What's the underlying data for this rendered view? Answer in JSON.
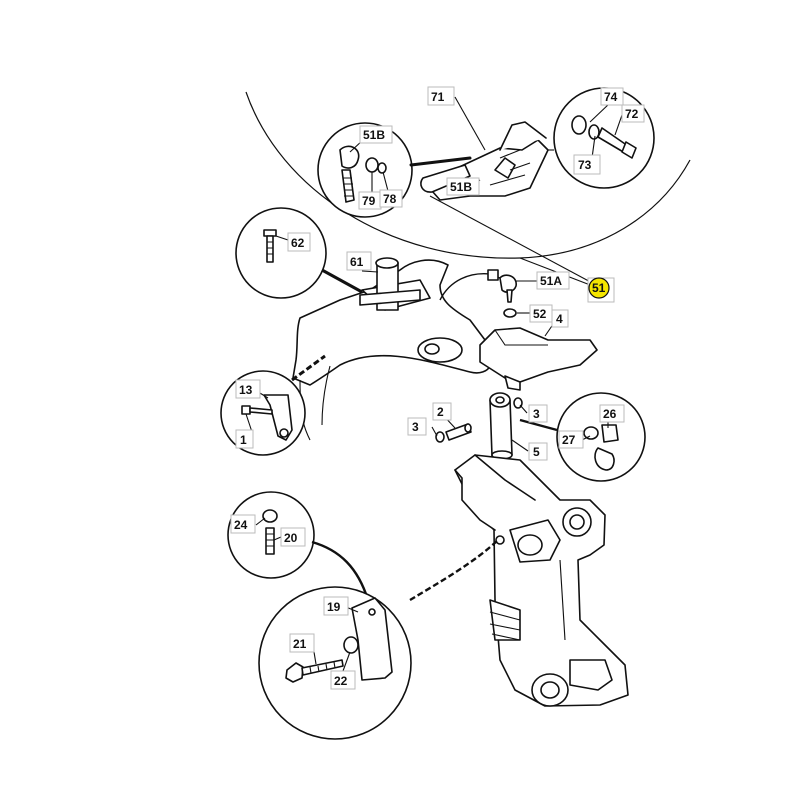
{
  "diagram": {
    "labels": [
      {
        "id": "71",
        "text": "71"
      },
      {
        "id": "74",
        "text": "74"
      },
      {
        "id": "72",
        "text": "72"
      },
      {
        "id": "73",
        "text": "73"
      },
      {
        "id": "51B_a",
        "text": "51B"
      },
      {
        "id": "79",
        "text": "79"
      },
      {
        "id": "78",
        "text": "78"
      },
      {
        "id": "51B_b",
        "text": "51B"
      },
      {
        "id": "62",
        "text": "62"
      },
      {
        "id": "61",
        "text": "61"
      },
      {
        "id": "51A",
        "text": "51A"
      },
      {
        "id": "51",
        "text": "51",
        "highlight": true
      },
      {
        "id": "52",
        "text": "52"
      },
      {
        "id": "4",
        "text": "4"
      },
      {
        "id": "13",
        "text": "13"
      },
      {
        "id": "1",
        "text": "1"
      },
      {
        "id": "2",
        "text": "2"
      },
      {
        "id": "3_a",
        "text": "3"
      },
      {
        "id": "3_b",
        "text": "3"
      },
      {
        "id": "5",
        "text": "5"
      },
      {
        "id": "26",
        "text": "26"
      },
      {
        "id": "27",
        "text": "27"
      },
      {
        "id": "24",
        "text": "24"
      },
      {
        "id": "20",
        "text": "20"
      },
      {
        "id": "19",
        "text": "19"
      },
      {
        "id": "21",
        "text": "21"
      },
      {
        "id": "22",
        "text": "22"
      }
    ],
    "highlight_color": "#f5e600"
  }
}
